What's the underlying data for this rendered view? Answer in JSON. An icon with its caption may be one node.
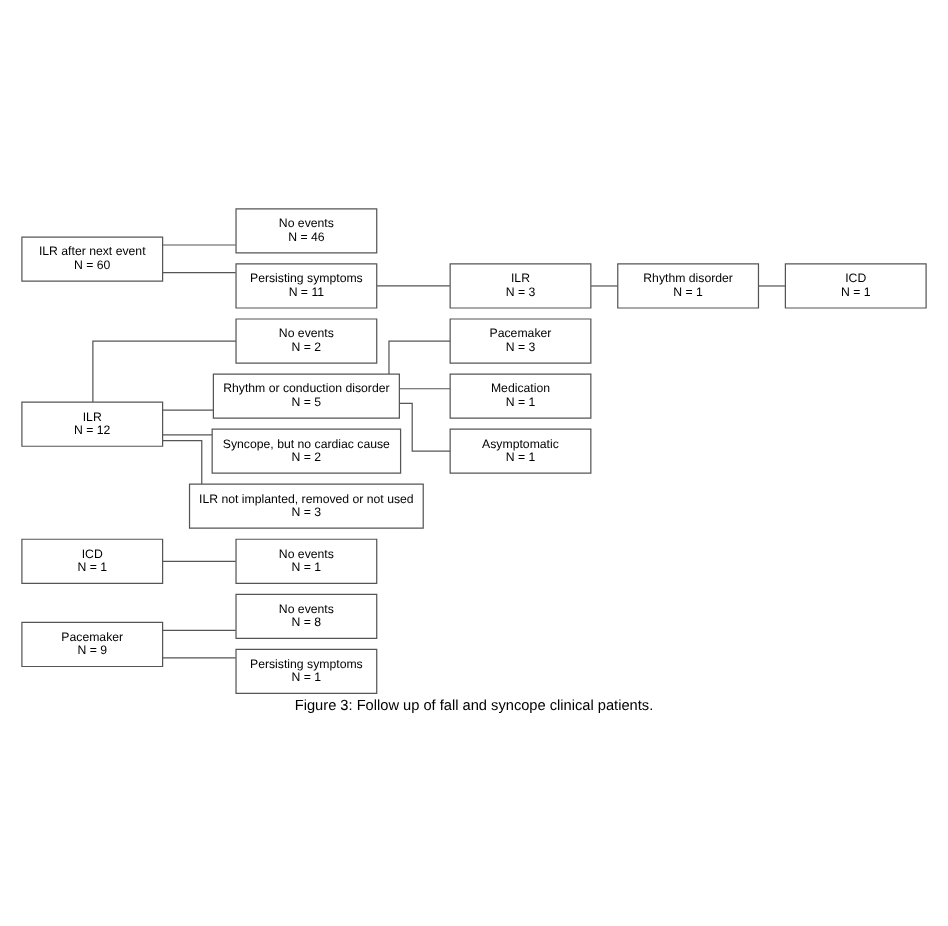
{
  "diagram": {
    "caption": "Figure 3: Follow up of fall and syncope clinical patients.",
    "nodes": [
      {
        "text": [
          "Pacemaker",
          "N = 9"
        ]
      },
      {
        "text": [
          "No events",
          "N = 8"
        ]
      },
      {
        "text": [
          "Persisting symptoms",
          "N = 1"
        ]
      },
      {
        "text": [
          "ICD",
          "N = 1"
        ]
      },
      {
        "text": [
          "No events",
          "N = 1"
        ]
      },
      {
        "text": [
          "ILR",
          "N = 12"
        ]
      },
      {
        "text": [
          "No events",
          "N = 2"
        ]
      },
      {
        "text": [
          "Rhythm or conduction disorder",
          "N = 5"
        ]
      },
      {
        "text": [
          "Pacemaker",
          "N = 3"
        ]
      },
      {
        "text": [
          "Medication",
          "N = 1"
        ]
      },
      {
        "text": [
          "Asymptomatic",
          "N = 1"
        ]
      },
      {
        "text": [
          "Syncope, but no cardiac cause",
          "N = 2"
        ]
      },
      {
        "text": [
          "ILR not implanted, removed or not used",
          "N = 3"
        ]
      },
      {
        "text": [
          "ILR after next event",
          "N = 60"
        ]
      },
      {
        "text": [
          "No events",
          "N = 46"
        ]
      },
      {
        "text": [
          "Persisting symptoms",
          "N = 11"
        ]
      },
      {
        "text": [
          "ILR",
          "N = 3"
        ]
      },
      {
        "text": [
          "Rhythm disorder",
          "N = 1"
        ]
      },
      {
        "text": [
          "ICD",
          "N = 1"
        ]
      }
    ],
    "edges": [
      {
        "from": 0,
        "to": 1,
        "arrow": "none"
      },
      {
        "from": 0,
        "to": 2,
        "arrow": "none"
      },
      {
        "from": 3,
        "to": 4,
        "arrow": "none"
      },
      {
        "from": 5,
        "to": 6,
        "arrow": "none"
      },
      {
        "from": 5,
        "to": 7,
        "arrow": "none"
      },
      {
        "from": 7,
        "to": 8,
        "arrow": "none"
      },
      {
        "from": 7,
        "to": 9,
        "arrow": "none"
      },
      {
        "from": 7,
        "to": 10,
        "arrow": "none"
      },
      {
        "from": 5,
        "to": 11,
        "arrow": "none"
      },
      {
        "from": 5,
        "to": 12,
        "arrow": "none"
      },
      {
        "from": 13,
        "to": 14,
        "arrow": "none"
      },
      {
        "from": 13,
        "to": 15,
        "arrow": "none"
      },
      {
        "from": 15,
        "to": 16,
        "arrow": "none"
      },
      {
        "from": 16,
        "to": 17,
        "arrow": "none"
      },
      {
        "from": 17,
        "to": 18,
        "arrow": "none"
      }
    ]
  }
}
